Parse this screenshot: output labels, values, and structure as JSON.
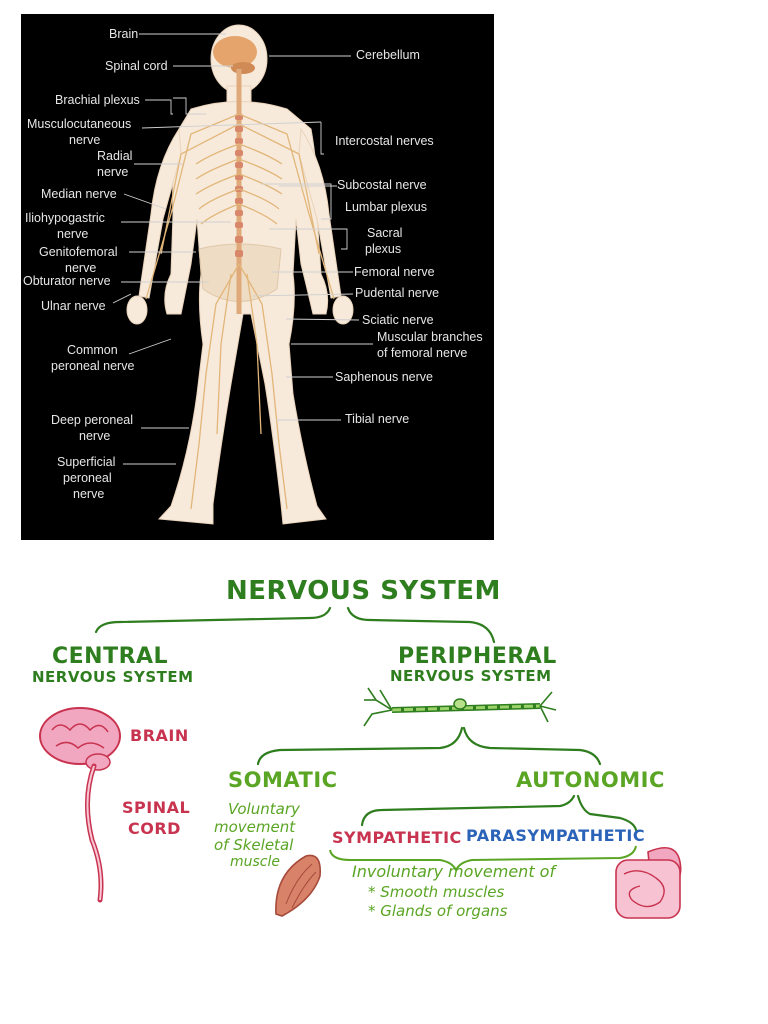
{
  "anatomy": {
    "left_labels": {
      "brain": "Brain",
      "spinal_cord": "Spinal cord",
      "brachial_plexus": "Brachial plexus",
      "musculocutaneous_1": "Musculocutaneous",
      "musculocutaneous_2": "nerve",
      "radial_1": "Radial",
      "radial_2": "nerve",
      "median": "Median nerve",
      "iliohypogastric_1": "Iliohypogastric",
      "iliohypogastric_2": "nerve",
      "genitofemoral_1": "Genitofemoral",
      "genitofemoral_2": "nerve",
      "obturator": "Obturator nerve",
      "ulnar": "Ulnar nerve",
      "common_peroneal_1": "Common",
      "common_peroneal_2": "peroneal nerve",
      "deep_peroneal_1": "Deep peroneal",
      "deep_peroneal_2": "nerve",
      "superficial_peroneal_1": "Superficial",
      "superficial_peroneal_2": "peroneal",
      "superficial_peroneal_3": "nerve"
    },
    "right_labels": {
      "cerebellum": "Cerebellum",
      "intercostal": "Intercostal nerves",
      "subcostal": "Subcostal nerve",
      "lumbar": "Lumbar plexus",
      "sacral_1": "Sacral",
      "sacral_2": "plexus",
      "femoral": "Femoral nerve",
      "pudental": "Pudental nerve",
      "sciatic": "Sciatic nerve",
      "muscular_1": "Muscular branches",
      "muscular_2": "of femoral nerve",
      "saphenous": "Saphenous nerve",
      "tibial": "Tibial nerve"
    }
  },
  "flowchart": {
    "title": "NERVOUS SYSTEM",
    "central_1": "CENTRAL",
    "central_2": "NERVOUS SYSTEM",
    "brain": "BRAIN",
    "spinal_1": "SPINAL",
    "spinal_2": "CORD",
    "peripheral_1": "PERIPHERAL",
    "peripheral_2": "NERVOUS SYSTEM",
    "somatic": "SOMATIC",
    "somatic_note_1": "Voluntary",
    "somatic_note_2": "movement",
    "somatic_note_3": "of Skeletal",
    "somatic_note_4": "muscle",
    "autonomic": "AUTONOMIC",
    "sympathetic": "SYMPATHETIC",
    "parasympathetic": "PARASYMPATHETIC",
    "auto_note_1": "Involuntary movement of",
    "auto_note_2": "* Smooth muscles",
    "auto_note_3": "* Glands of organs"
  },
  "colors": {
    "dark_green": "#2e7d1e",
    "light_green": "#5aa524",
    "pink": "#c8334f",
    "blue": "#2a63b8",
    "nerve": "#e0b87a",
    "skin": "#f6e7d6"
  }
}
